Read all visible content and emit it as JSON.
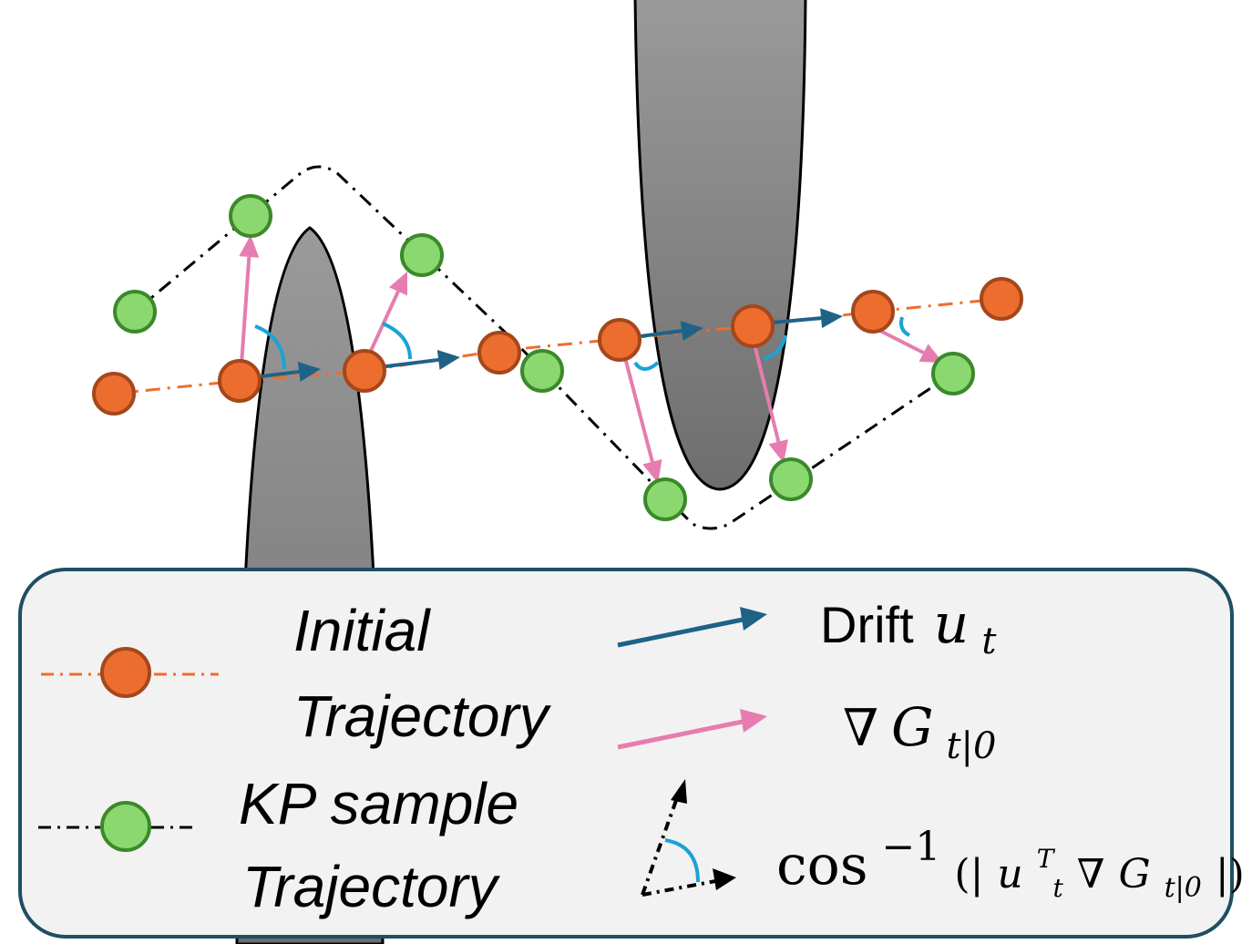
{
  "legend": {
    "initial_line1": "Initial",
    "initial_line2": "Trajectory",
    "kp_line1": "KP sample",
    "kp_line2": "Trajectory",
    "drift_word": "Drift",
    "drift_sym": "u",
    "drift_sub": "t",
    "grad_nabla": "∇",
    "grad_sym": "G",
    "grad_sub": "t|0",
    "angle_cos": "cos",
    "angle_sup": "−1",
    "angle_open": "(|",
    "angle_u": "u",
    "angle_u_sup": "T",
    "angle_u_sub": "t",
    "angle_nabla": " ∇",
    "angle_G": "G",
    "angle_G_sub": "t|0",
    "angle_close": "|)"
  },
  "colors": {
    "initial_fill": "#ED6D2F",
    "initial_stroke": "#A4471C",
    "kp_fill": "#8CD870",
    "kp_stroke": "#3A8A2A",
    "drift_arrow": "#1F6287",
    "grad_arrow": "#E67CAF",
    "angle_arc": "#1BA3D6",
    "obstacle_top": "#9A9A9A",
    "obstacle_bottom": "#6E6E6E",
    "legend_bg": "#F2F2F2",
    "legend_border": "#1F4E63"
  },
  "icons": [
    "initial-point-icon",
    "kp-point-icon",
    "drift-arrow-icon",
    "gradient-arrow-icon",
    "angle-icon"
  ]
}
